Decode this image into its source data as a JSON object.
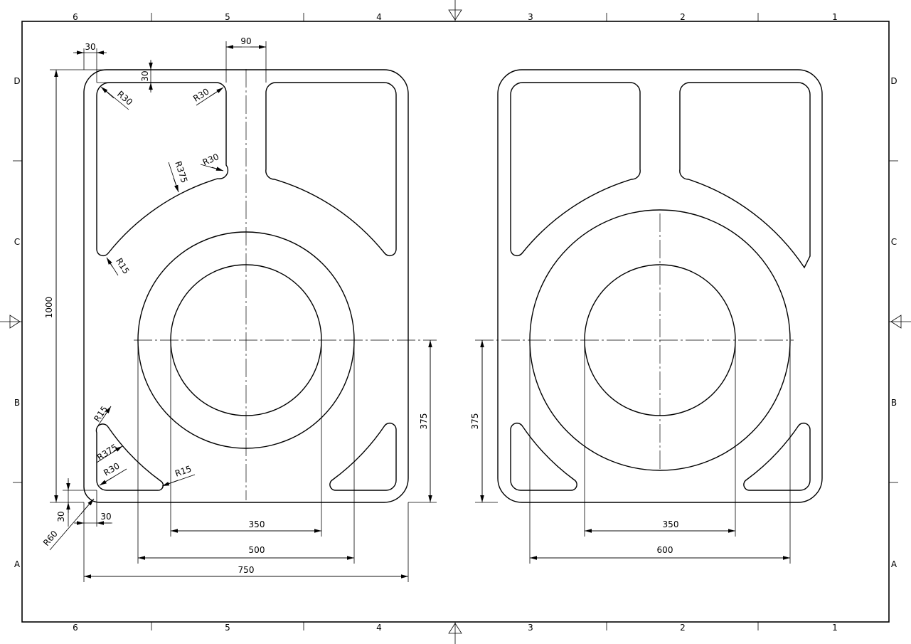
{
  "frame": {
    "columns": [
      "6",
      "5",
      "4",
      "3",
      "2",
      "1"
    ],
    "rows": [
      "D",
      "C",
      "B",
      "A"
    ]
  },
  "left_view": {
    "dims": {
      "top_width": "30",
      "top_height": "30",
      "rib_width": "90",
      "r30_a": "R30",
      "r30_b": "R30",
      "r30_c": "R30",
      "r375_top": "R375",
      "r15_top": "R15",
      "height": "1000",
      "r15_bl": "R15",
      "r375_bl": "R375",
      "r30_bl": "R30",
      "r15_br": "R15",
      "r60": "R60",
      "bottom_height": "30",
      "bottom_width": "30",
      "center_height": "375",
      "inner_diameter": "350",
      "outer_diameter": "500",
      "overall_width": "750"
    }
  },
  "right_view": {
    "dims": {
      "center_height": "375",
      "inner_diameter": "350",
      "outer_diameter": "600"
    }
  }
}
